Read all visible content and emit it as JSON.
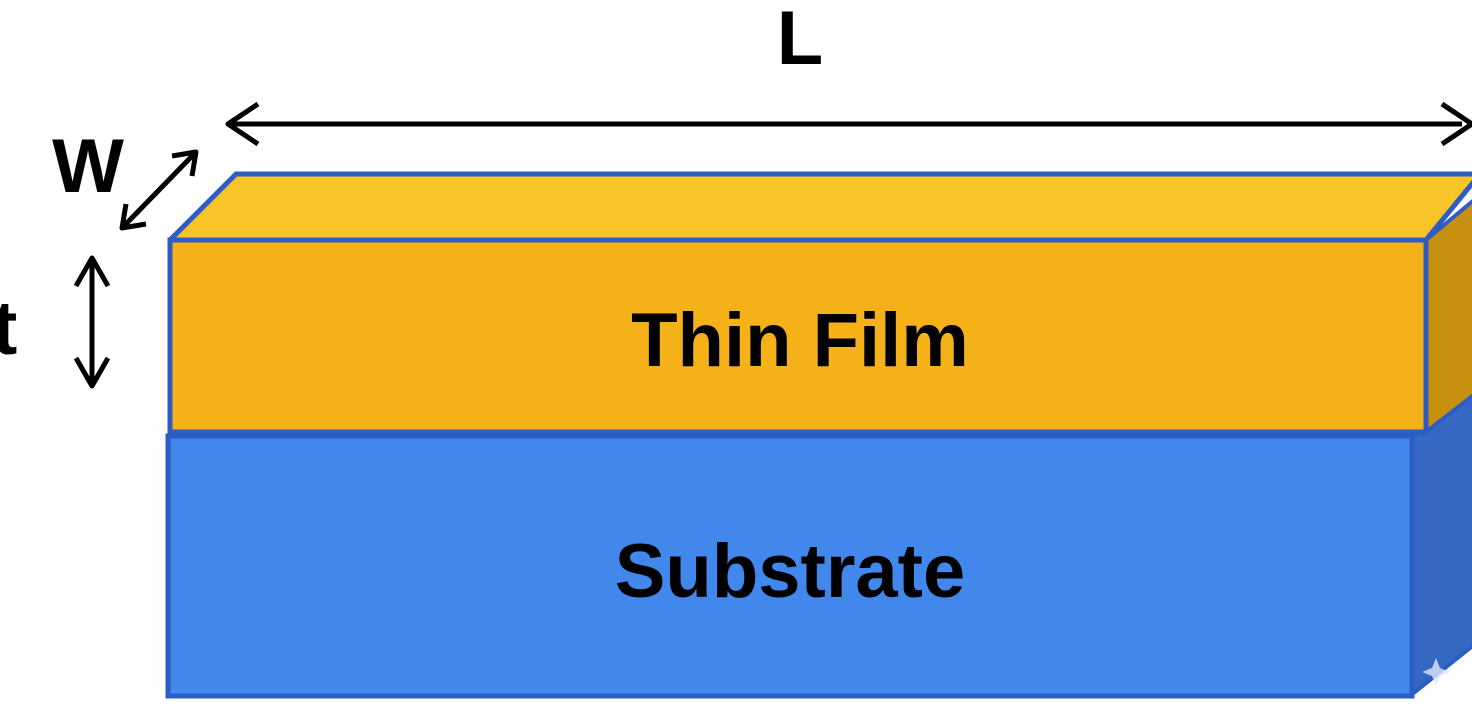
{
  "layers": {
    "film": {
      "label": "Thin Film"
    },
    "substrate": {
      "label": "Substrate"
    }
  },
  "dimensions": {
    "length": "L",
    "width": "W",
    "thickness": "t"
  },
  "colors": {
    "film_front": "#f5b218",
    "film_top": "#f7c52a",
    "film_side": "#c8900f",
    "substrate_front": "#4287eb",
    "substrate_side": "#3568c2",
    "edge": "#2c5cc4",
    "arrow": "#000000"
  }
}
